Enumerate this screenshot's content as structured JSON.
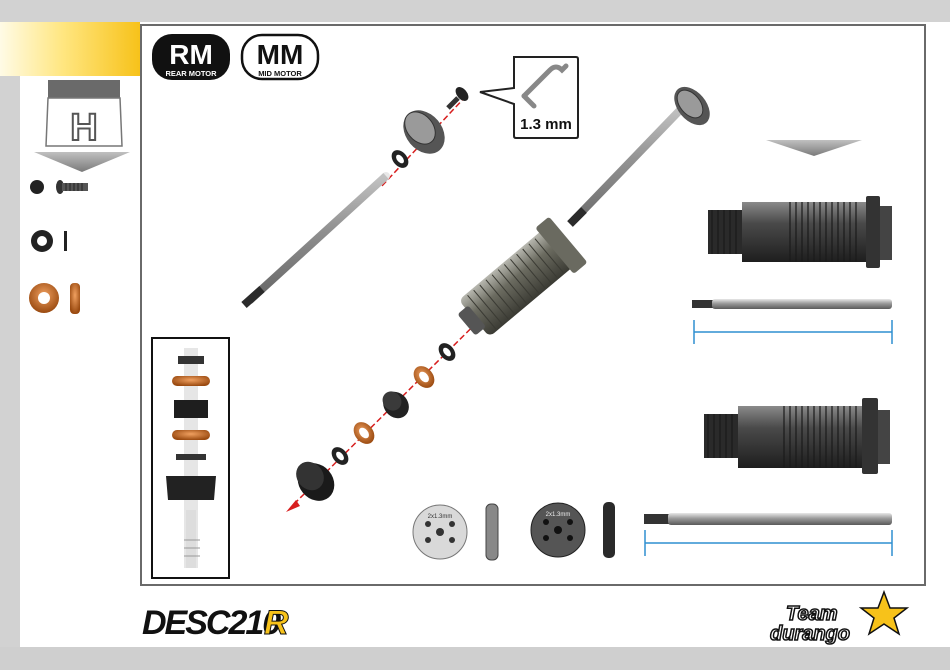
{
  "step": {
    "letter": "H"
  },
  "badges": [
    {
      "big": "RM",
      "small": "REAR MOTOR",
      "style": "filled"
    },
    {
      "big": "MM",
      "small": "MID MOTOR",
      "style": "outline"
    }
  ],
  "tool": {
    "size": "1.3 mm",
    "icon": "hex-key-icon"
  },
  "piston_labels": [
    "2x1.3mm",
    "2x1.3mm"
  ],
  "branding": {
    "product_main": "DESC210",
    "product_suffix": "R",
    "logo_top": "Team",
    "logo_bottom": "durango"
  },
  "colors": {
    "accent": "#f7c21a",
    "oring": "#c86418",
    "arrow": "#d81e1e",
    "dim_line": "#2f8fd0"
  }
}
